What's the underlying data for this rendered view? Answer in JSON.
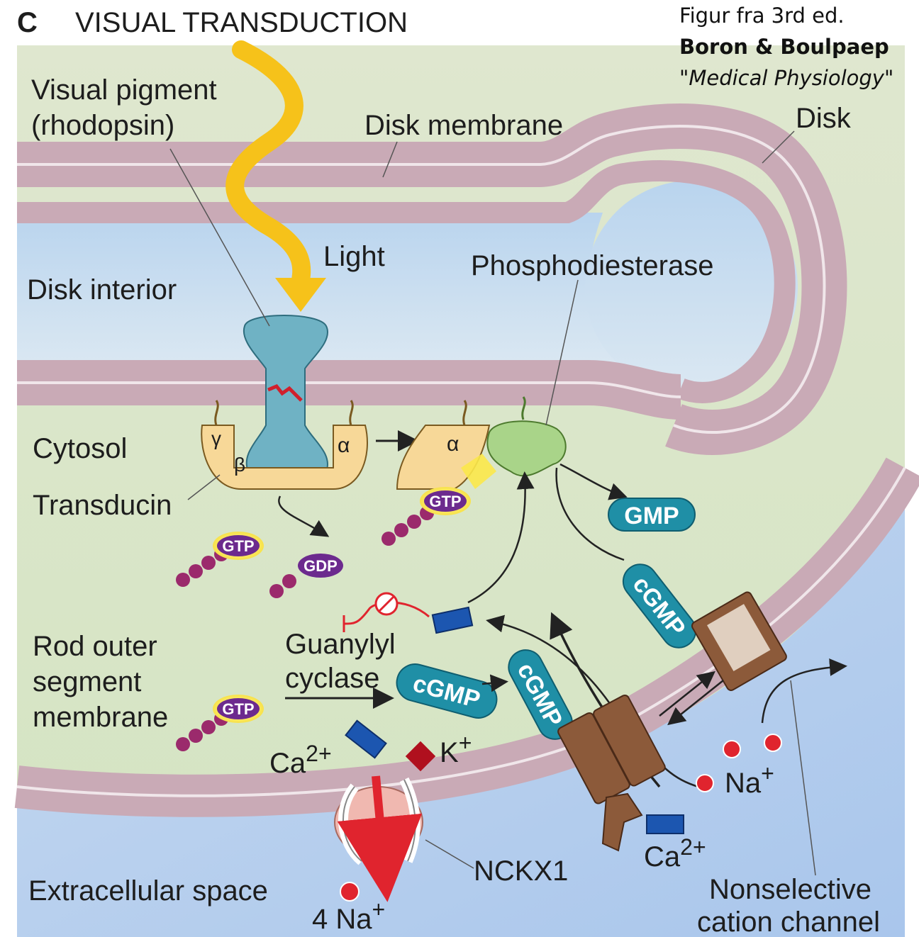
{
  "heading": {
    "letter": "C",
    "title": "VISUAL TRANSDUCTION"
  },
  "credit": {
    "line1": "Figur fra 3rd ed.",
    "line2": "Boron & Boulpaep",
    "line3": "\"Medical Physiology\""
  },
  "labels": {
    "visual_pigment_1": "Visual pigment",
    "visual_pigment_2": "(rhodopsin)",
    "disk_membrane": "Disk membrane",
    "disk": "Disk",
    "light": "Light",
    "disk_interior": "Disk interior",
    "phosphodiesterase": "Phosphodiesterase",
    "cytosol": "Cytosol",
    "transducin": "Transducin",
    "rod_1": "Rod outer",
    "rod_2": "segment",
    "rod_3": "membrane",
    "guanylyl_1": "Guanylyl",
    "guanylyl_2": "cyclase",
    "ca_in": "Ca",
    "ca_in_sup": "2+",
    "k": "K",
    "k_sup": "+",
    "na_right": "Na",
    "na_right_sup": "+",
    "ca_out": "Ca",
    "ca_out_sup": "2+",
    "nckx1": "NCKX1",
    "extracellular": "Extracellular space",
    "na_bottom": "4 Na",
    "na_bottom_sup": "+",
    "nonselective_1": "Nonselective",
    "nonselective_2": "cation channel",
    "gamma": "γ",
    "beta": "β",
    "alpha": "α",
    "alpha2": "α"
  },
  "molecules": {
    "gtp": "GTP",
    "gdp": "GDP",
    "gmp": "GMP",
    "cgmp": "cGMP"
  },
  "colors": {
    "membrane": "#c8a8b4",
    "membrane_line": "#efe6ea",
    "cytosol": "#d9e6c6",
    "disk_interior": "#c3d9ef",
    "extracellular": "#bcd3ee",
    "rhodopsin": "#6fb2c4",
    "transducin": "#f7d898",
    "pde": "#a9d489",
    "pill": "#1f8fa6",
    "gtp_badge": "#6c2a8e",
    "bead": "#9b2a6c",
    "light": "#f6c21a",
    "channel": "#8c5a3a",
    "nckx1": "#f0b8b0",
    "na_dot": "#e0242e",
    "ca_rect": "#1c56b0",
    "k_diamond": "#b0101e"
  }
}
